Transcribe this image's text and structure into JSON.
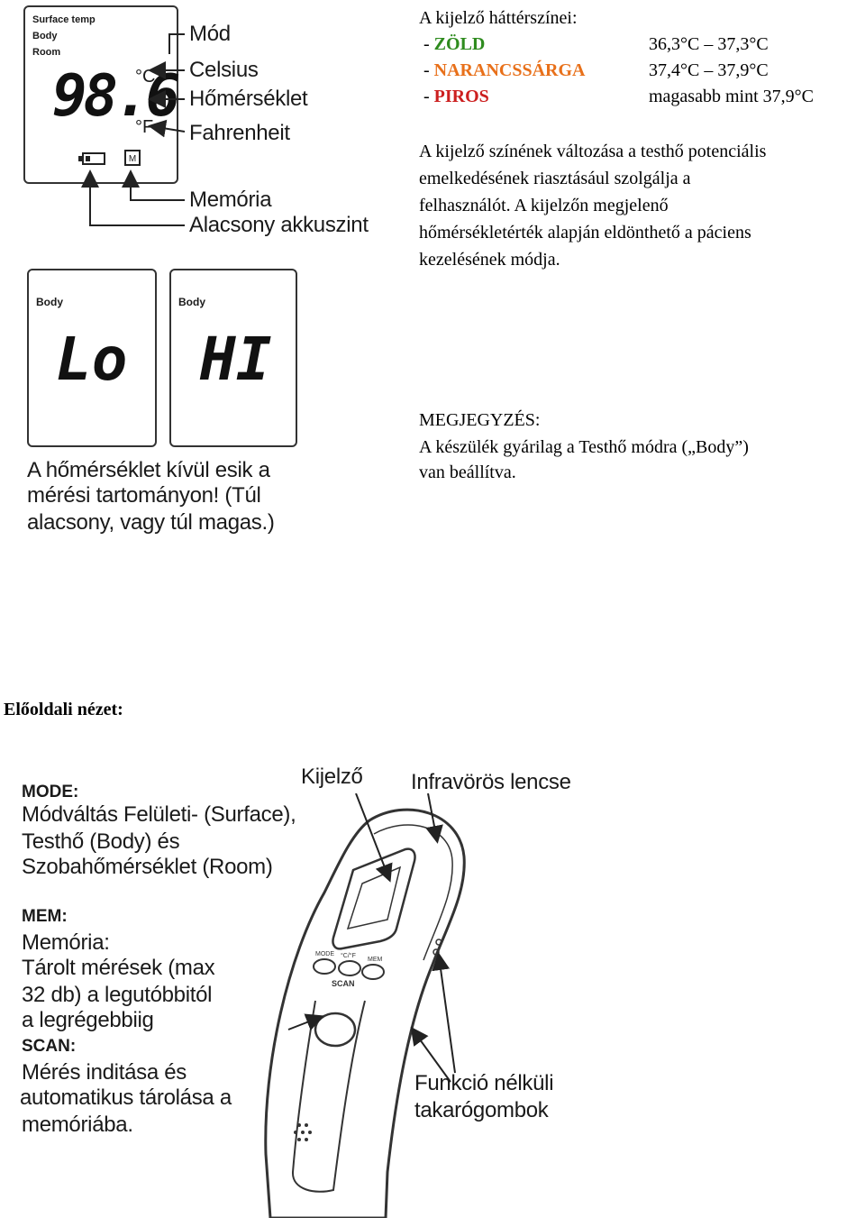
{
  "display_diagram": {
    "mode_lines": [
      "Surface temp",
      "Body",
      "Room"
    ],
    "reading": "98.6",
    "unit_c": "°C",
    "unit_f": "°F",
    "labels": {
      "mode": "Mód",
      "celsius": "Celsius",
      "temperature": "Hőmérséklet",
      "fahrenheit": "Fahrenheit",
      "memory": "Memória",
      "low_battery": "Alacsony akkuszint"
    }
  },
  "colors_text": {
    "heading": "A kijelző háttérszínei:",
    "rows": [
      {
        "dash": "-",
        "name": "ZÖLD",
        "range": "36,3°C – 37,3°C",
        "color": "#2e8b1e"
      },
      {
        "dash": "-",
        "name": "NARANCSSÁRGA",
        "range": "37,4°C – 37,9°C",
        "color": "#e8701a"
      },
      {
        "dash": "-",
        "name": "PIROS",
        "range": "magasabb mint 37,9°C",
        "color": "#cc1f1f"
      }
    ],
    "paragraph": [
      "A kijelző színének változása a testhő potenciális",
      "emelkedésének riasztásául szolgálja a",
      "felhasználót. A kijelzőn megjelenő",
      "hőmérsékletérték alapján eldönthető a páciens",
      "kezelésének módja."
    ]
  },
  "range_displays": {
    "lo": {
      "mode": "Body",
      "value": "Lo"
    },
    "hi": {
      "mode": "Body",
      "value": "HI"
    },
    "caption": [
      "A hőmérséklet kívül esik a",
      "mérési tartományon! (Túl",
      "alacsony, vagy túl magas.)"
    ]
  },
  "note": {
    "title": "MEGJEGYZÉS:",
    "lines": [
      "A készülék gyárilag a Testhő módra („Body”)",
      "van beállítva."
    ]
  },
  "front_view": {
    "heading": "Előoldali nézet:",
    "callouts": {
      "display": "Kijelző",
      "ir_lens": "Infravörös lencse",
      "dummy_buttons": [
        "Funkció nélküli",
        "takarógombok"
      ]
    },
    "buttons": {
      "mode": "MODE",
      "c_f": "°C/°F",
      "mem": "MEM",
      "scan": "SCAN"
    },
    "legend": {
      "mode_title": "MODE:",
      "mode_lines": [
        "Módváltás Felületi- (Surface),",
        "Testhő (Body) és",
        "Szobahőmérséklet (Room)"
      ],
      "mem_title": "MEM:",
      "mem_lines": [
        "Memória:",
        "Tárolt mérések (max",
        "32 db) a legutóbbitól",
        "a legrégebbiig"
      ],
      "scan_title": "SCAN:",
      "scan_lines": [
        "Mérés inditása és",
        "automatikus tárolása a",
        "memóriába."
      ]
    }
  }
}
